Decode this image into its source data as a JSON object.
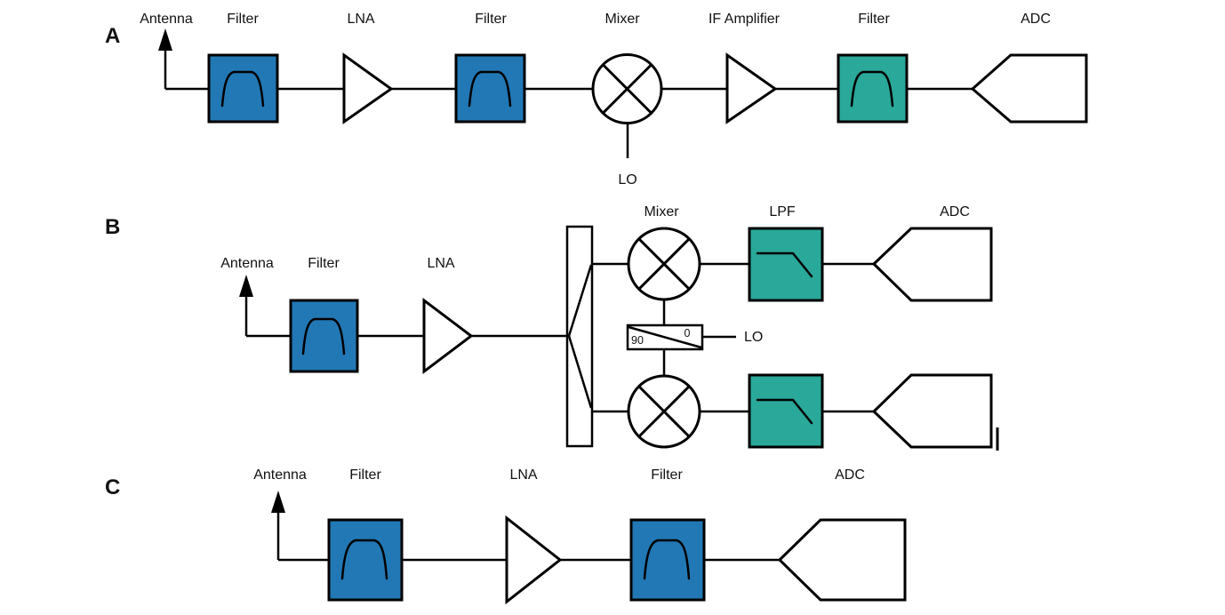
{
  "colors": {
    "bandpass_fill": "#2278b5",
    "lowpass_fill": "#2aa89a",
    "stroke": "#000000",
    "background": "#ffffff"
  },
  "panelA": {
    "label": "A",
    "antenna": "Antenna",
    "filter1": "Filter",
    "lna": "LNA",
    "filter2": "Filter",
    "mixer": "Mixer",
    "if_amplifier": "IF Amplifier",
    "filter3": "Filter",
    "adc": "ADC",
    "lo": "LO"
  },
  "panelB": {
    "label": "B",
    "antenna": "Antenna",
    "filter": "Filter",
    "lna": "LNA",
    "mixer": "Mixer",
    "lpf": "LPF",
    "adc": "ADC",
    "lo": "LO",
    "phase_shifter": {
      "left_port": "90",
      "right_port": "0"
    }
  },
  "panelC": {
    "label": "C",
    "antenna": "Antenna",
    "filter1": "Filter",
    "lna": "LNA",
    "filter2": "Filter",
    "adc": "ADC"
  }
}
